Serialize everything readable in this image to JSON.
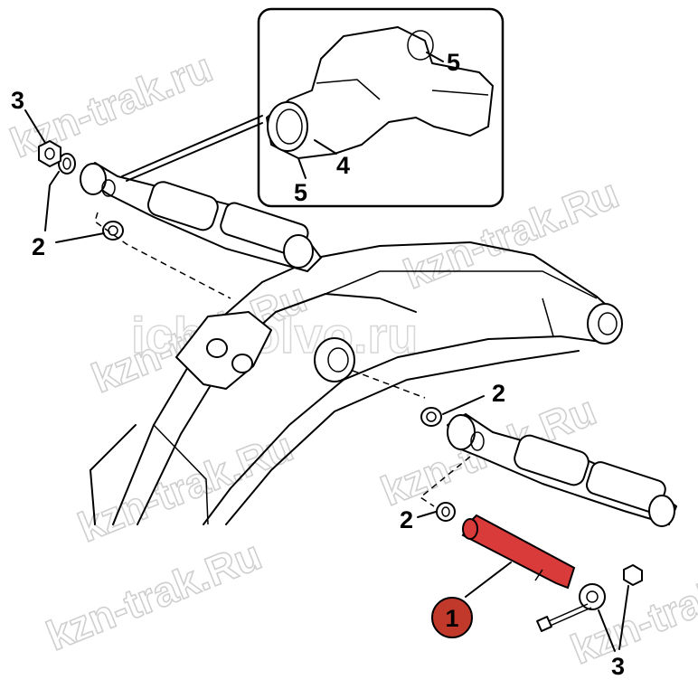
{
  "callouts": {
    "pin": "1",
    "washer_upper": "2",
    "washer_left": "2",
    "washer_right": "2",
    "washer_lower": "2",
    "nut_left": "3",
    "nut_right": "3",
    "bushing": "4",
    "seal_top": "5",
    "seal_bottom": "5"
  },
  "watermarks": [
    "kzn-trak.ru",
    "kzn-trak.Ru",
    "kzn-trak.Ru",
    "kzn-trak.Ru",
    "kzn-trak.Ru",
    "kzn-trak.Ru",
    "kzn-trak.Ru",
    "icb-volvo.ru"
  ],
  "colors": {
    "highlight_part": "#d93a3a",
    "callout_badge": "#c0392b",
    "line": "#000000",
    "watermark": "#cfcfcf"
  }
}
